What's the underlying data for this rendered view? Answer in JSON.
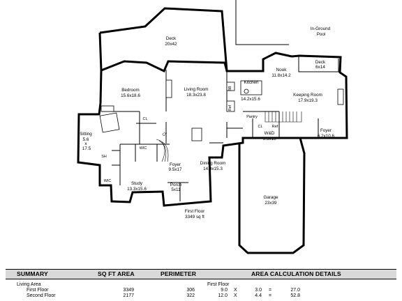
{
  "rooms": {
    "deck_main": {
      "name": "Deck",
      "size": "20x42"
    },
    "pool": {
      "name": "In-Ground",
      "name2": "Pool"
    },
    "deck_small": {
      "name": "Deck",
      "size": "6x14"
    },
    "bedroom": {
      "name": "Bedroom",
      "size": "15.6x18.6"
    },
    "living": {
      "name": "Living Room",
      "size": "18.3x23.8"
    },
    "kitchen": {
      "name": "Kitchen",
      "size": "14.2x15.6"
    },
    "nook": {
      "name": "Nook",
      "size": "11.8x14.2"
    },
    "keeping": {
      "name": "Keeping Room",
      "size": "17.9x19.3"
    },
    "sitting": {
      "name": "Sitting",
      "w": "5.6",
      "x": "x",
      "h": "17.5"
    },
    "foyer_main": {
      "name": "Foyer",
      "size": "9.5x17"
    },
    "dining": {
      "name": "Dining Room",
      "size": "14.9x15.3"
    },
    "study": {
      "name": "Study",
      "size": "13.3x15.6"
    },
    "porch": {
      "name": "Porch",
      "size": "5x11"
    },
    "wd": {
      "name": "W&D",
      "size": "6.5x13"
    },
    "foyer_side": {
      "name": "Foyer",
      "size": "6.2x10.6"
    },
    "garage": {
      "name": "Garage",
      "size": "23x39"
    }
  },
  "labels": {
    "cl1": "CL",
    "cl2": "CL",
    "cl3": "CL",
    "wic1": "WIC",
    "wic2": "WIC",
    "sh": "SH",
    "pantry": "Pantry",
    "ref1": "Ref",
    "ref2": "Ref",
    "bb": "BB"
  },
  "floor_label": {
    "name": "First Floor",
    "area": "3349 sq ft"
  },
  "summary": {
    "headers": {
      "summary": "SUMMARY",
      "sqft": "SQ FT AREA",
      "perimeter": "PERIMETER",
      "calc": "AREA CALCULATION DETAILS"
    },
    "group": "Living Area",
    "rows": [
      {
        "name": "First Floor",
        "sqft": "3349",
        "perimeter": "306"
      },
      {
        "name": "Second Floor",
        "sqft": "2177",
        "perimeter": "322"
      }
    ],
    "calc_title": "First Floor",
    "calc_rows": [
      {
        "a": "9.0",
        "op": "X",
        "b": "3.0",
        "eq": "=",
        "result": "27.0"
      },
      {
        "a": "12.0",
        "op": "X",
        "b": "4.4",
        "eq": "=",
        "result": "52.8"
      }
    ]
  }
}
